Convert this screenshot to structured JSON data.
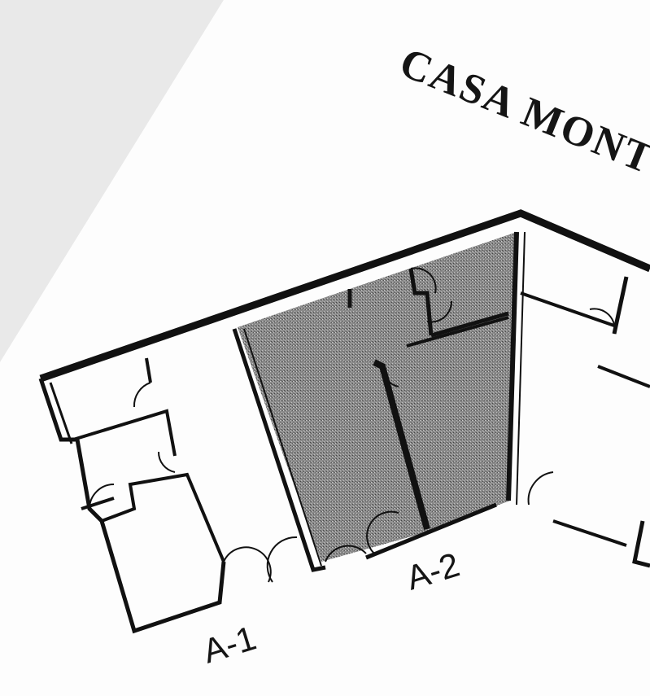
{
  "document": {
    "title": "CASA MONT",
    "units": [
      {
        "label": "A-1"
      },
      {
        "label": "A-2"
      }
    ]
  }
}
